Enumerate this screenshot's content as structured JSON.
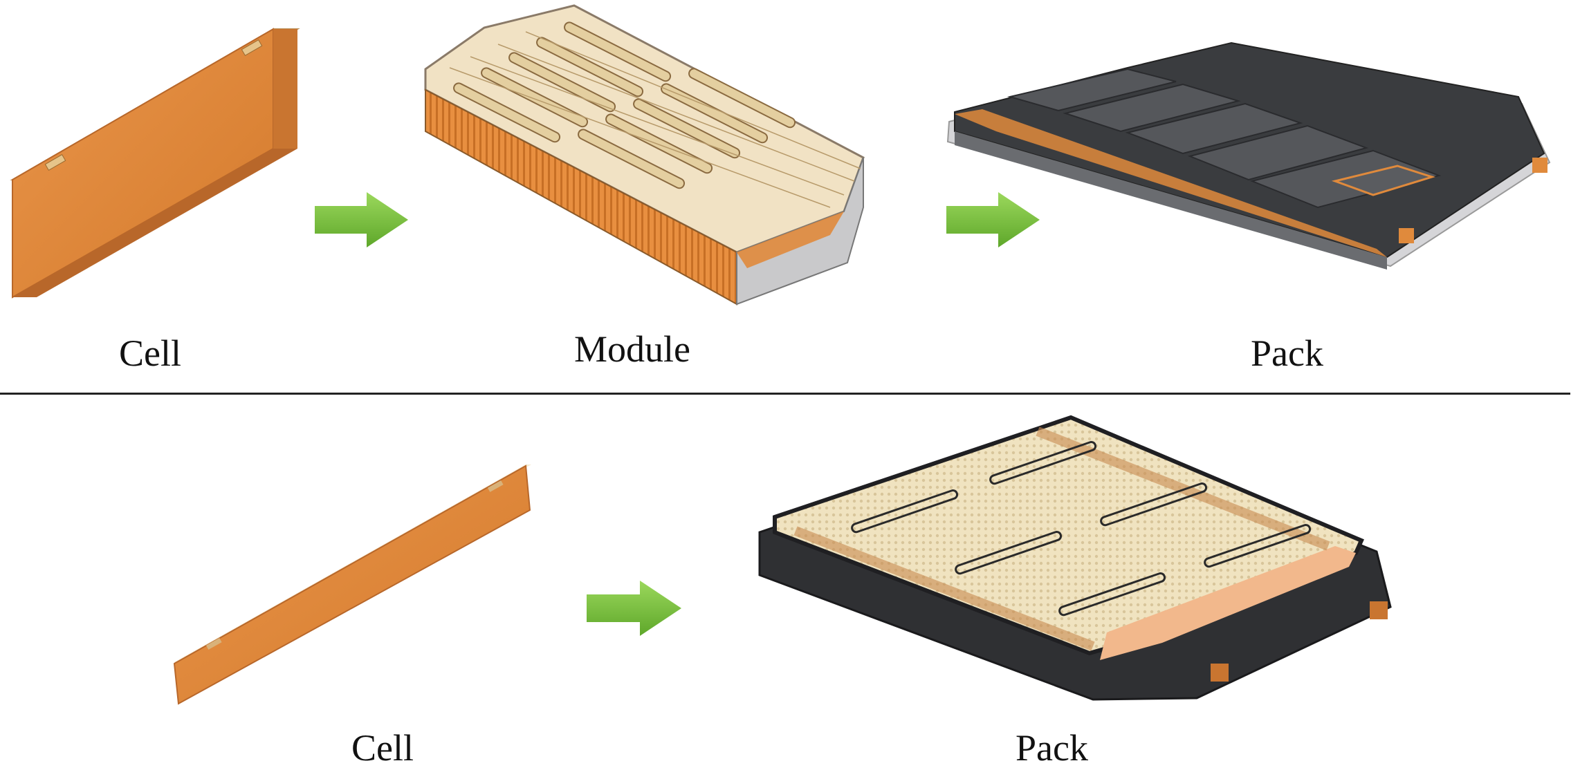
{
  "top_row": {
    "cell_label": "Cell",
    "module_label": "Module",
    "pack_label": "Pack"
  },
  "bottom_row": {
    "cell_label": "Cell",
    "pack_label": "Pack"
  },
  "colors": {
    "cell_orange": "#e08a3c",
    "arrow_green": "#7cc243",
    "pack_dark": "#3a3c3f",
    "module_top": "#f1e2c4"
  }
}
